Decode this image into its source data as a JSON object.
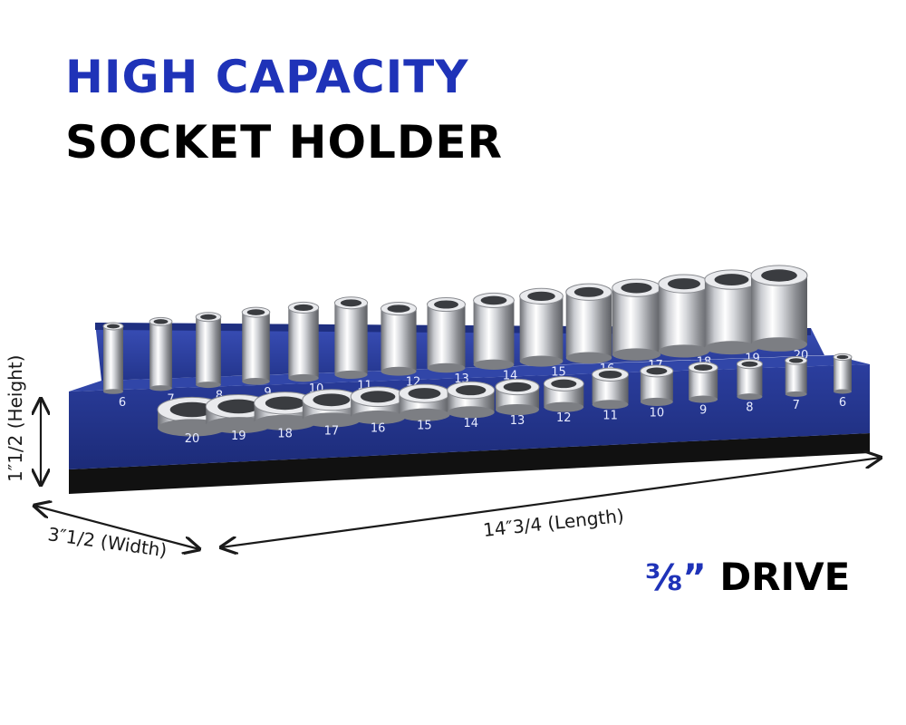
{
  "headline": {
    "line1": "HIGH CAPACITY",
    "line2": "SOCKET HOLDER",
    "line1_color": "#1f33b8",
    "line2_color": "#000000"
  },
  "drive": {
    "fraction": "⅜”",
    "label": "DRIVE",
    "fraction_color": "#1f33b8"
  },
  "dimensions": {
    "height": "1″1/2 (Height)",
    "width": "3″1/2 (Width)",
    "length": "14″3/4 (Length)"
  },
  "holder": {
    "color": "#283a94",
    "base_color": "#111111",
    "back_row_sizes": [
      "6",
      "7",
      "8",
      "9",
      "10",
      "11",
      "12",
      "13",
      "14",
      "15",
      "16",
      "17",
      "18",
      "19",
      "20"
    ],
    "front_row_sizes": [
      "20",
      "19",
      "18",
      "17",
      "16",
      "15",
      "14",
      "13",
      "12",
      "11",
      "10",
      "9",
      "8",
      "7",
      "6"
    ]
  }
}
